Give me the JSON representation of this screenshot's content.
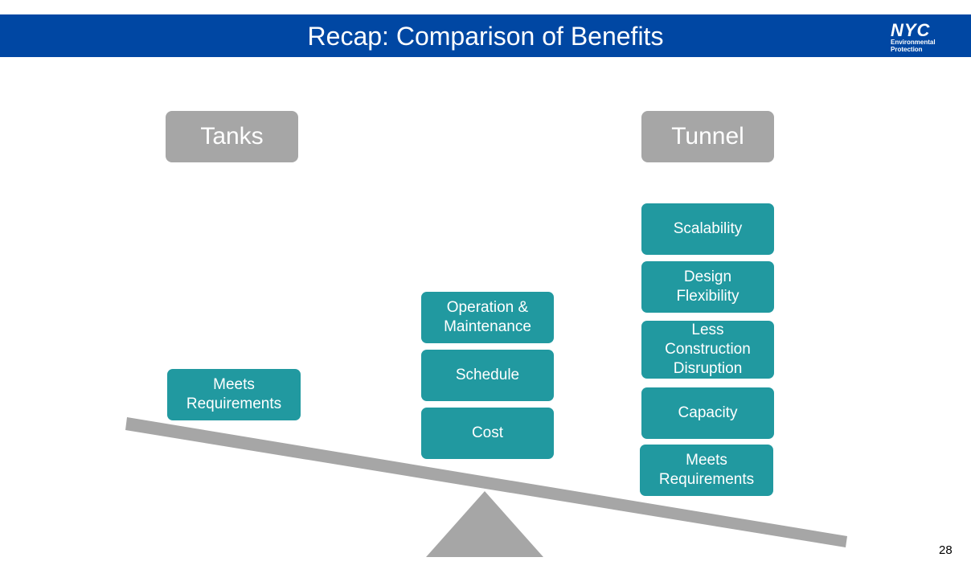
{
  "title": "Recap: Comparison of Benefits",
  "logo": {
    "mark": "NYC",
    "line1": "Environmental",
    "line2": "Protection"
  },
  "left_label": "Tanks",
  "right_label": "Tunnel",
  "left_benefits": [
    "Meets\nRequirements"
  ],
  "center_benefits": [
    "Operation &\nMaintenance",
    "Schedule",
    "Cost"
  ],
  "right_benefits": [
    "Scalability",
    "Design\nFlexibility",
    "Less\nConstruction\nDisruption",
    "Capacity",
    "Meets\nRequirements"
  ],
  "page_number": "28",
  "colors": {
    "header": "#0047a3",
    "benefit": "#2199a0",
    "gray": "#a6a6a6"
  }
}
